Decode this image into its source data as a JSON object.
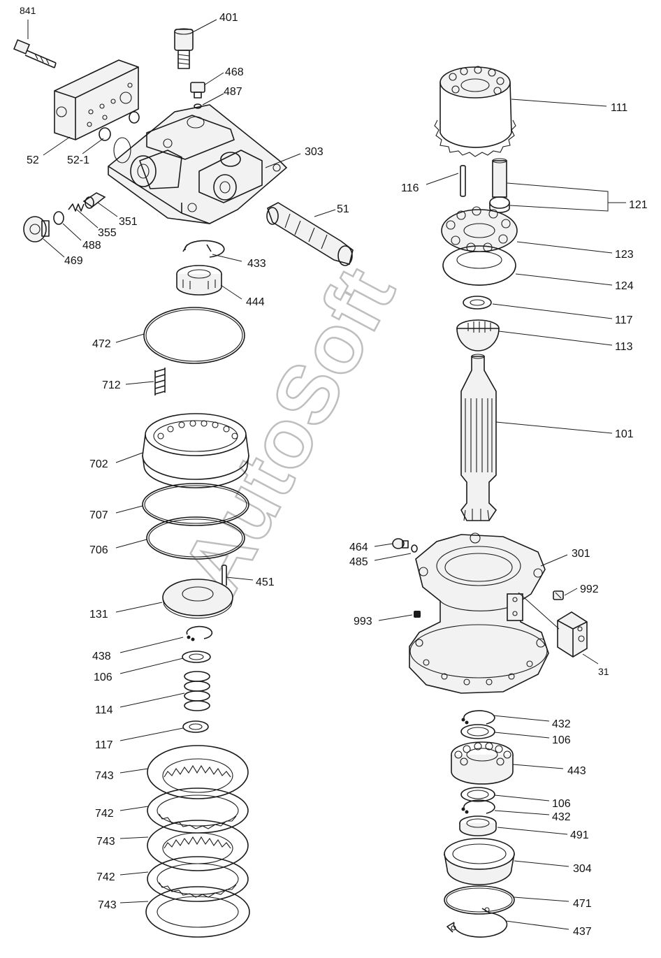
{
  "watermark": "AutoSoft",
  "labels": {
    "l841": "841",
    "l401": "401",
    "l468": "468",
    "l487": "487",
    "l303": "303",
    "l52": "52",
    "l52_1": "52-1",
    "l51": "51",
    "l351": "351",
    "l355": "355",
    "l488": "488",
    "l469": "469",
    "l433": "433",
    "l444": "444",
    "l472": "472",
    "l712": "712",
    "l702": "702",
    "l707": "707",
    "l706": "706",
    "l451": "451",
    "l131": "131",
    "l438": "438",
    "l106a": "106",
    "l114": "114",
    "l117a": "117",
    "l743a": "743",
    "l742a": "742",
    "l743b": "743",
    "l742b": "742",
    "l743c": "743",
    "l111": "111",
    "l116": "116",
    "l121": "121",
    "l123": "123",
    "l124": "124",
    "l117b": "117",
    "l113": "113",
    "l101": "101",
    "l464": "464",
    "l485": "485",
    "l301": "301",
    "l992": "992",
    "l993": "993",
    "l31": "31",
    "l432a": "432",
    "l106b": "106",
    "l443": "443",
    "l106c": "106",
    "l432b": "432",
    "l491": "491",
    "l304": "304",
    "l471": "471",
    "l437": "437"
  }
}
